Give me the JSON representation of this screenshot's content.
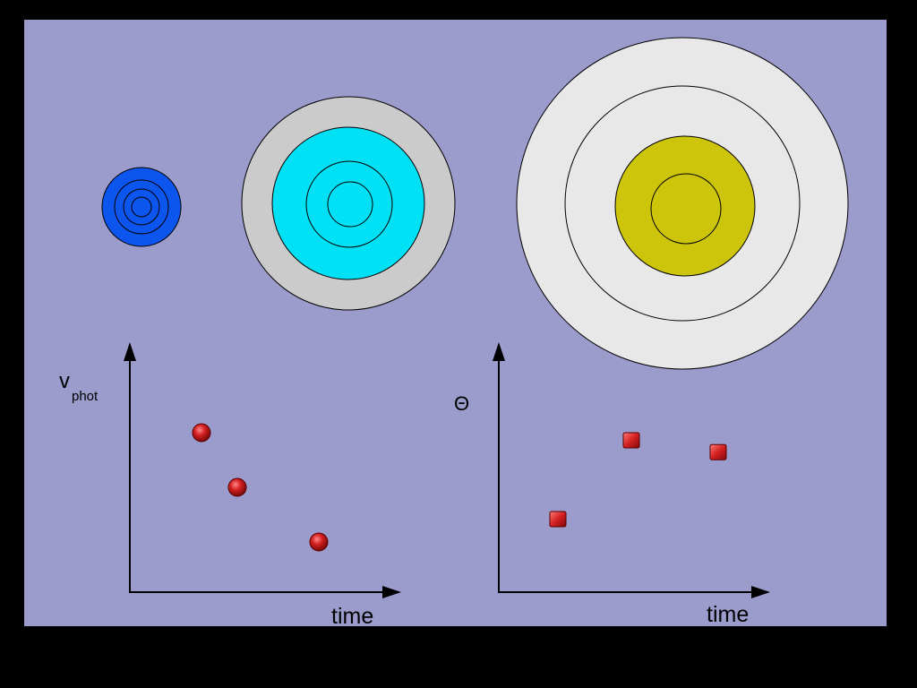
{
  "colors": {
    "frame": "#000000",
    "panel": "#9b9bcc",
    "small_sphere": "#0c55ee",
    "medium_sphere": "#00e1f5",
    "medium_shell": "#cbcbcb",
    "large_sphere": "#cdc50b",
    "large_shell": "#e8e8e8",
    "marker": "#d42020"
  },
  "diagrams": {
    "small_expanding_sphere": {
      "rings": 4
    },
    "medium_expanding_sphere": {
      "rings": 3
    },
    "large_expanding_sphere": {
      "rings": 2
    }
  },
  "plots": [
    {
      "y_label": "v",
      "y_label_subscript": "phot",
      "x_label": "time",
      "marker_shape": "circle",
      "trend": "decreasing",
      "points": [
        {
          "x": 1,
          "y": 3
        },
        {
          "x": 2,
          "y": 2
        },
        {
          "x": 3,
          "y": 1
        }
      ]
    },
    {
      "y_label": "Θ",
      "x_label": "time",
      "marker_shape": "square",
      "trend": "increasing",
      "points": [
        {
          "x": 1,
          "y": 1
        },
        {
          "x": 2,
          "y": 3
        },
        {
          "x": 3,
          "y": 2.7
        }
      ]
    }
  ]
}
